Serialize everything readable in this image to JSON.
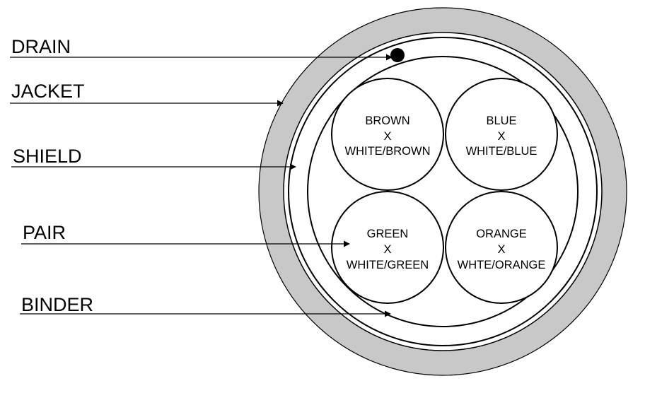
{
  "diagram": {
    "callouts": {
      "drain": "DRAIN",
      "jacket": "JACKET",
      "shield": "SHIELD",
      "pair": "PAIR",
      "binder": "BINDER"
    },
    "pairs": [
      {
        "line1": "BROWN",
        "line2": "X",
        "line3": "WHITE/BROWN"
      },
      {
        "line1": "BLUE",
        "line2": "X",
        "line3": "WHITE/BLUE"
      },
      {
        "line1": "GREEN",
        "line2": "X",
        "line3": "WHITE/GREEN"
      },
      {
        "line1": "ORANGE",
        "line2": "X",
        "line3": "WHTE/ORANGE"
      }
    ],
    "colors": {
      "jacket_fill": "#c8c8c8",
      "line": "#000000",
      "background": "#ffffff"
    }
  }
}
